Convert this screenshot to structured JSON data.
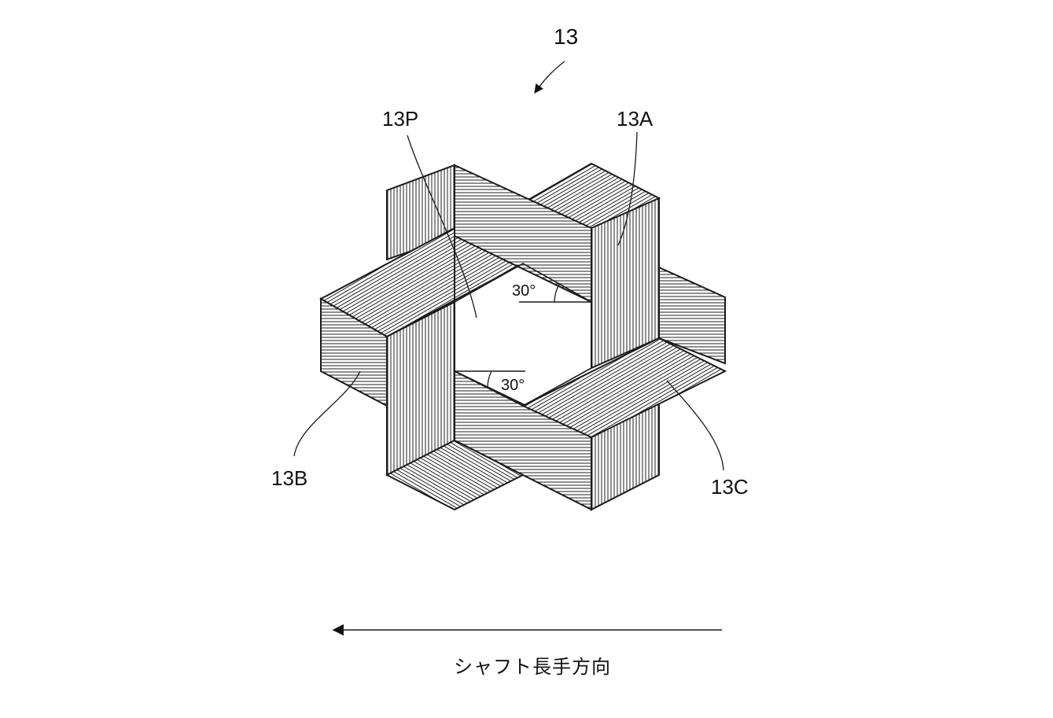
{
  "figure": {
    "assembly_label": "13",
    "labels": {
      "center_hole": "13P",
      "strip_a": "13A",
      "strip_b": "13B",
      "strip_c": "13C"
    },
    "angle_labels": [
      "30°",
      "30°"
    ],
    "direction_text": "シャフト長手方向"
  }
}
